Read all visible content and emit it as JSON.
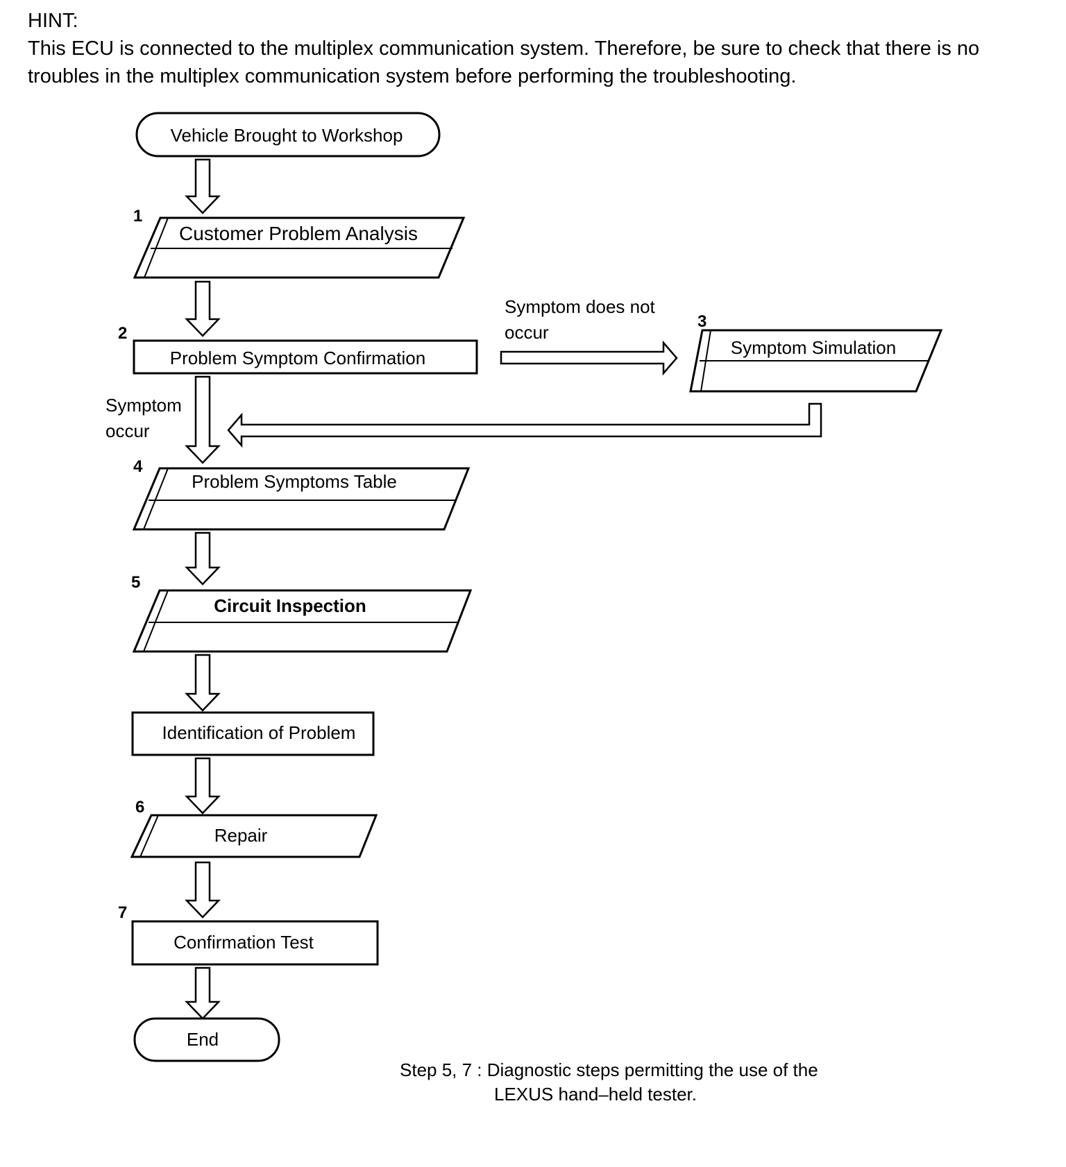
{
  "hint": {
    "heading": "HINT:",
    "line1": "This ECU is connected to the multiplex communication system. Therefore, be sure to check that there is no",
    "line2": "troubles in the multiplex communication system before performing the troubleshooting."
  },
  "flow": {
    "start": "Vehicle Brought to Workshop",
    "steps": [
      {
        "num": "1",
        "label": "Customer Problem Analysis"
      },
      {
        "num": "2",
        "label": "Problem Symptom Confirmation"
      },
      {
        "num": "3",
        "label": "Symptom Simulation"
      },
      {
        "num": "4",
        "label": "Problem Symptoms Table"
      },
      {
        "num": "5",
        "label": "Circuit Inspection"
      },
      {
        "label": "Identification of Problem"
      },
      {
        "num": "6",
        "label": "Repair"
      },
      {
        "num": "7",
        "label": "Confirmation Test"
      }
    ],
    "end": "End",
    "branch_not_occur": [
      "Symptom does not",
      "occur"
    ],
    "branch_occur": [
      "Symptom",
      "occur"
    ]
  },
  "note": {
    "line1": "Step 5, 7 : Diagnostic steps permitting the use of the",
    "line2": "LEXUS hand–held tester."
  }
}
